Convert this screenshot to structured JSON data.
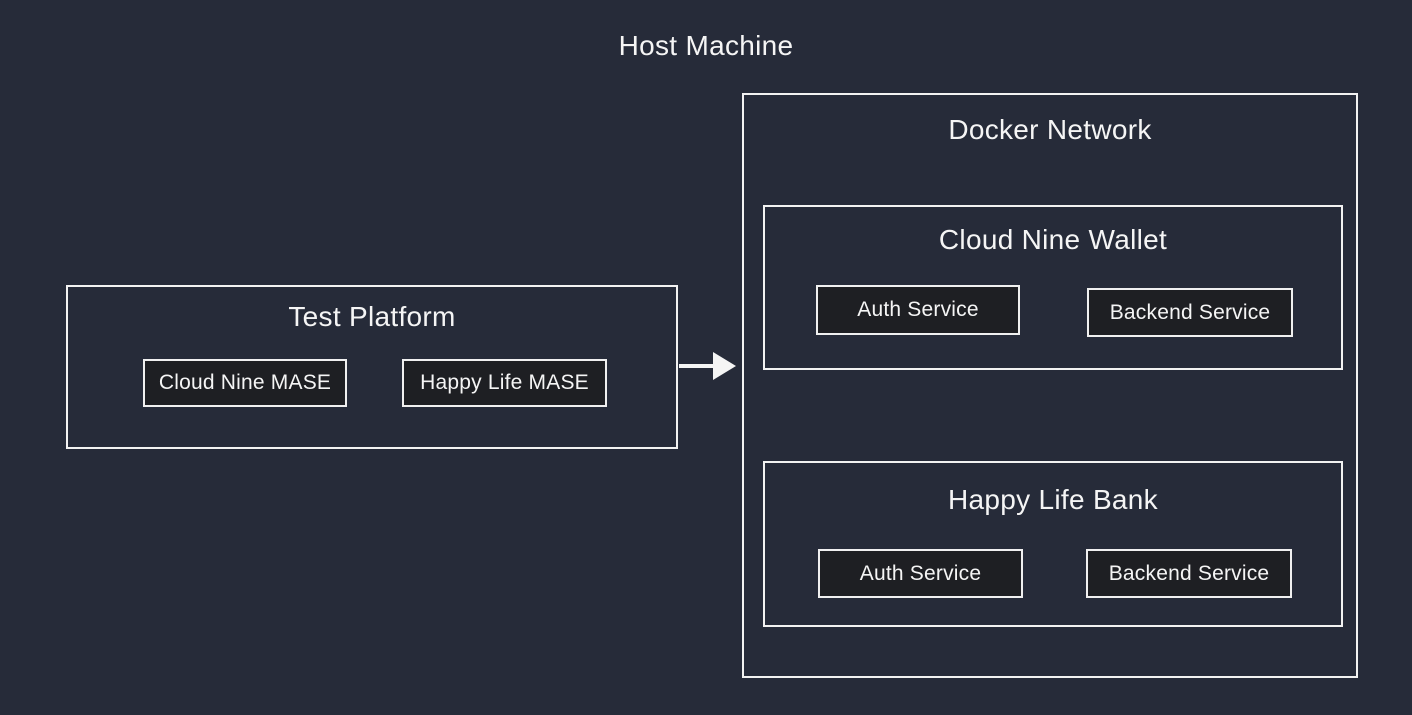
{
  "host": {
    "label": "Host Machine"
  },
  "colors": {
    "background": "#262b39",
    "box_border": "#f2f2f2",
    "service_fill": "#1e1f23",
    "text": "#f5f5f5"
  },
  "test_platform": {
    "title": "Test Platform",
    "components": [
      {
        "label": "Cloud Nine MASE"
      },
      {
        "label": "Happy Life MASE"
      }
    ]
  },
  "arrow": {
    "from": "Test Platform",
    "to": "Docker Network"
  },
  "docker_network": {
    "title": "Docker Network",
    "groups": [
      {
        "title": "Cloud Nine Wallet",
        "services": [
          {
            "label": "Auth Service"
          },
          {
            "label": "Backend Service"
          }
        ]
      },
      {
        "title": "Happy Life Bank",
        "services": [
          {
            "label": "Auth Service"
          },
          {
            "label": "Backend Service"
          }
        ]
      }
    ]
  }
}
